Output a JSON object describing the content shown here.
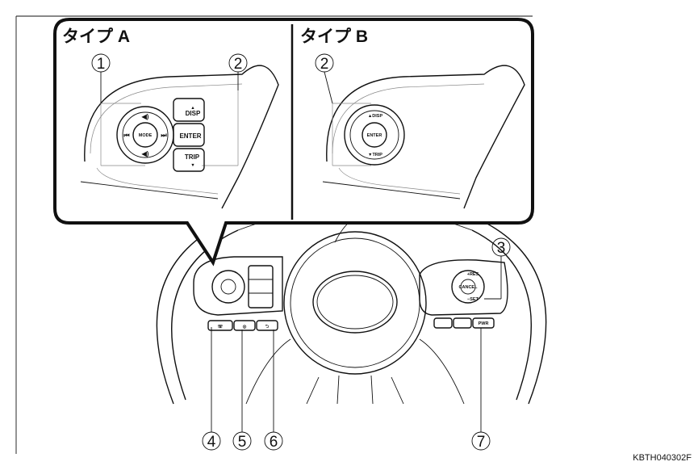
{
  "panel_a": {
    "title": "タイプ A"
  },
  "panel_b": {
    "title": "タイプ B"
  },
  "buttons_a": {
    "mode": "MODE",
    "disp": "DISP",
    "enter": "ENTER",
    "trip": "TRIP"
  },
  "buttons_b": {
    "disp": "▲DISP",
    "enter": "ENTER",
    "trip": "▼TRIP"
  },
  "right_switch": {
    "res": "+RES",
    "cancel": "CANCEL",
    "set": "−SET",
    "pwr": "PWR"
  },
  "callouts": [
    "1",
    "2",
    "2",
    "3",
    "4",
    "5",
    "6",
    "7"
  ],
  "figure_code": "KBTH040302F"
}
